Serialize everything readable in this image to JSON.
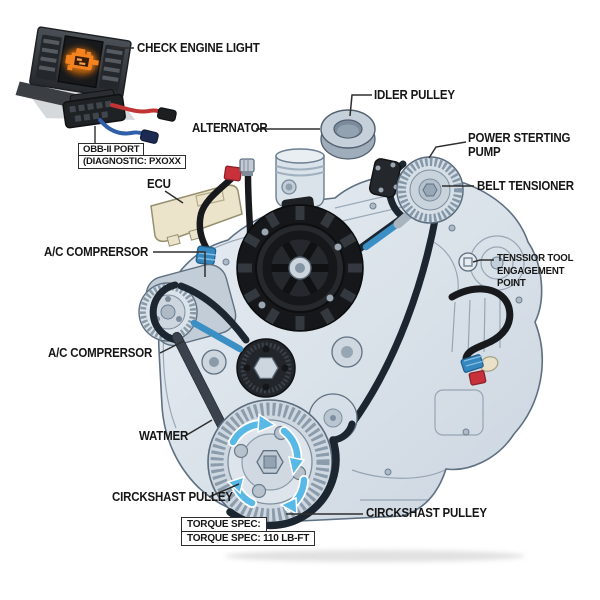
{
  "labels": {
    "check_engine": "CHECK ENGINE LIGHT",
    "idler": "IDLER PULLEY",
    "alternator": "ALTERNATOR",
    "ps_line1": "POWER STERTING",
    "ps_line2": "PUMP",
    "belt_tensioner": "BELT TENSIONER",
    "ecu": "ECU",
    "ac_upper": "A/C COMPRERSOR",
    "ac_lower": "A/C COMPRERSOR",
    "tt_line1": "TENSSIOR TOOL",
    "tt_line2": "ENGAGEMENT",
    "tt_line3": "POINT",
    "watmer": "WATMER",
    "crank_left": "CIRCKSHAST PULLEY",
    "crank_right": "CIRCKSHAST PULLEY"
  },
  "boxes": {
    "obd_line1": "OBB-II PORT",
    "obd_line2": "(DIAGNOSTIC: PXOXX",
    "torque_line1": "TORQUE SPEC:",
    "torque_line2": "TORQUE SPEC: 110 LB-FT"
  },
  "icons": {
    "check_engine_icon": "engine-warning-glyph",
    "rotation_arrows": "clockwise-rotation-arrows"
  },
  "colors": {
    "label_text": "#161616",
    "leader_line": "#2e2e2e",
    "engine_body": "#dde5ec",
    "engine_outline": "#5e7082",
    "belt": "#1c2631",
    "belt_highlight": "#3c8fc4",
    "arrow_blue": "#58b9e7",
    "warning_orange": "#f4831f",
    "ecu_cover": "#ebe3ca",
    "fitting_red": "#c8303a",
    "fitting_blue": "#3587c0"
  }
}
